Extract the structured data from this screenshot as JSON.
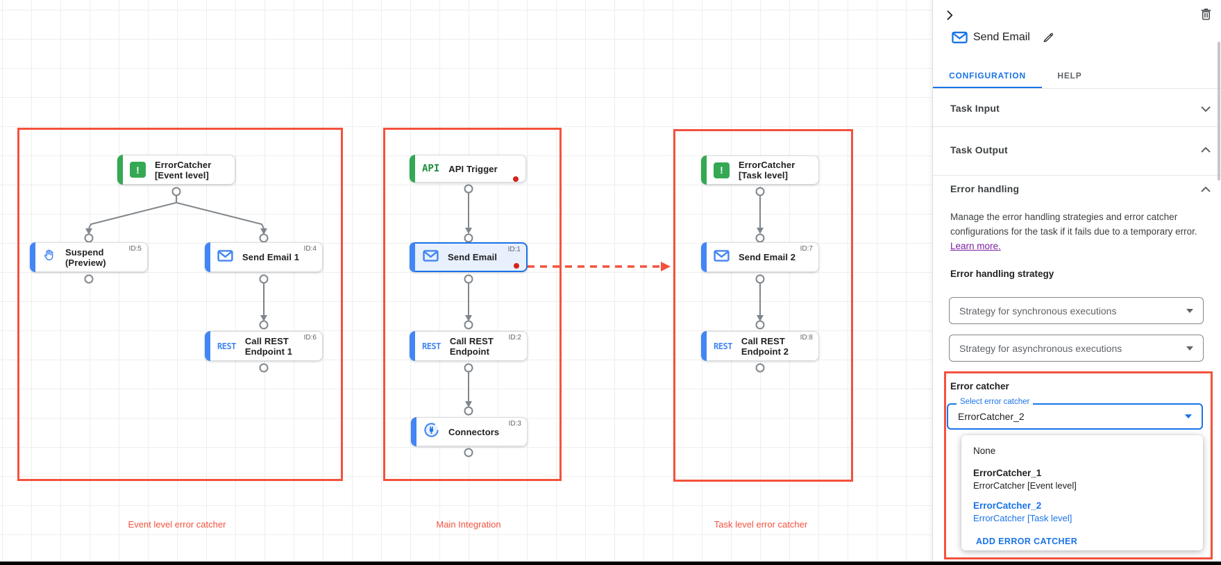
{
  "colors": {
    "accent_blue": "#1a73e8",
    "node_blue": "#4285f4",
    "node_green": "#34a853",
    "annotation_red": "#f4513d",
    "error_dot_red": "#d0261c",
    "link_purple": "#7b1fa2"
  },
  "canvas": {
    "groups": [
      {
        "label": "Event level error catcher"
      },
      {
        "label": "Main Integration"
      },
      {
        "label": "Task level error catcher"
      }
    ],
    "nodes": [
      {
        "line1": "ErrorCatcher",
        "line2": "[Event level]"
      },
      {
        "line1": "Suspend",
        "line2": "(Preview)",
        "id_tag": "ID:5"
      },
      {
        "line1": "Send Email 1",
        "id_tag": "ID:4"
      },
      {
        "line1": "Call REST",
        "line2": "Endpoint 1",
        "id_tag": "ID:6"
      },
      {
        "line1": "API Trigger",
        "icon_label": "API"
      },
      {
        "line1": "Send Email",
        "id_tag": "ID:1"
      },
      {
        "line1": "Call REST",
        "line2": "Endpoint",
        "id_tag": "ID:2",
        "icon_label": "REST"
      },
      {
        "line1": "Connectors",
        "id_tag": "ID:3"
      },
      {
        "line1": "ErrorCatcher",
        "line2": "[Task level]"
      },
      {
        "line1": "Send Email 2",
        "id_tag": "ID:7"
      },
      {
        "line1": "Call REST",
        "line2": "Endpoint 2",
        "id_tag": "ID:8"
      }
    ],
    "rest_icon_label": "REST",
    "alert_icon_glyph": "!"
  },
  "panel": {
    "title": "Send Email",
    "tabs": {
      "configuration": "CONFIGURATION",
      "help": "HELP"
    },
    "sections": {
      "task_input": "Task Input",
      "task_output": "Task Output"
    },
    "error_handling": {
      "title": "Error handling",
      "description": "Manage the error handling strategies and error catcher configurations for the task if it fails due to a temporary error.",
      "learn_more": "Learn more.",
      "strategy_label": "Error handling strategy",
      "sync_placeholder": "Strategy for synchronous executions",
      "async_placeholder": "Strategy for asynchronous executions",
      "error_catcher_label": "Error catcher",
      "select_label": "Select error catcher",
      "select_value": "ErrorCatcher_2",
      "menu": {
        "none_label": "None",
        "option1_name": "ErrorCatcher_1",
        "option1_desc": "ErrorCatcher [Event level]",
        "option2_name": "ErrorCatcher_2",
        "option2_desc": "ErrorCatcher [Task level]",
        "add_label": "ADD ERROR CATCHER"
      }
    }
  }
}
